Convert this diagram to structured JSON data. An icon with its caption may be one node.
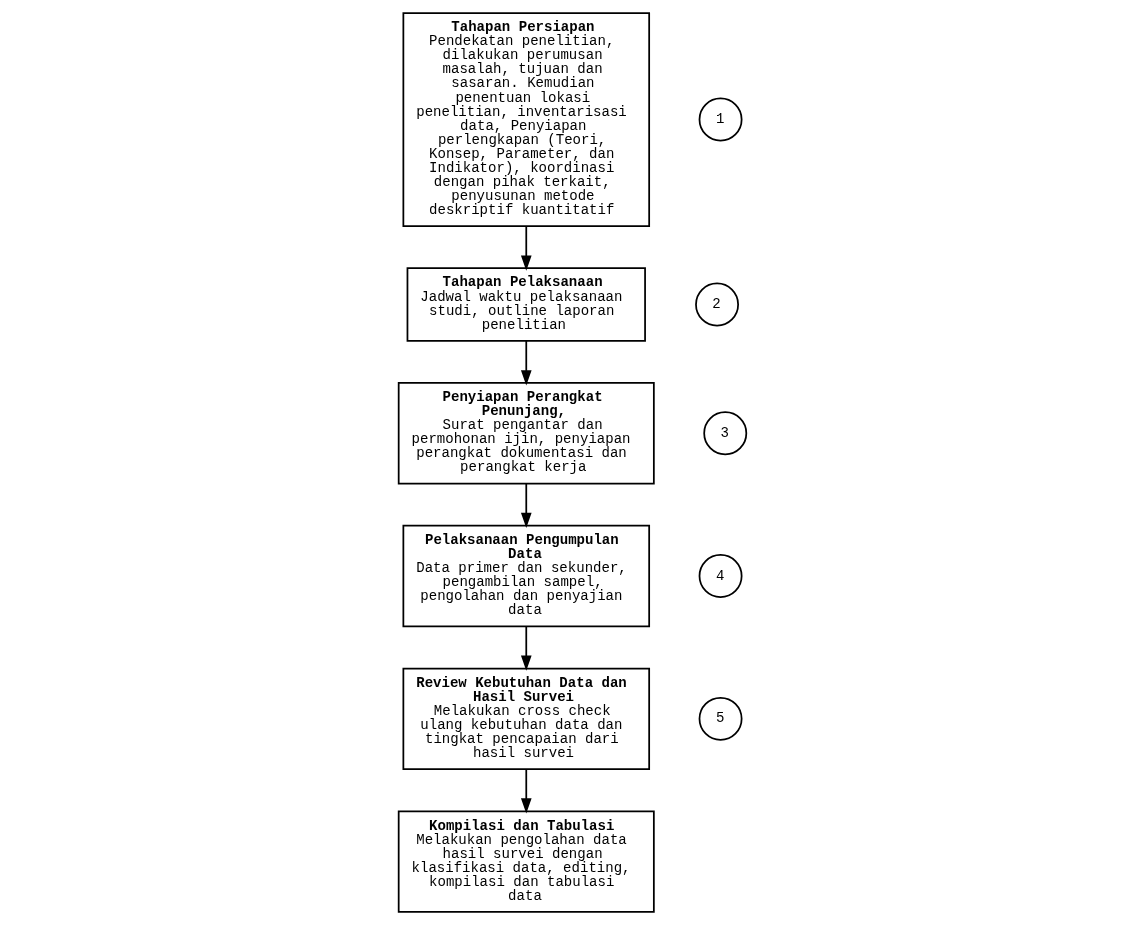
{
  "diagram": {
    "nodes": [
      {
        "text": [
          "Tahapan Persiapan",
          "Pendekatan penelitian, dilakukan perumusan masalah, tujuan dan sasaran. Kemudian penentuan lokasi penelitian, inventarisasi data, Penyiapan perlengkapan (Teori, Konsep, Parameter, dan Indikator), koordinasi dengan pihak terkait, penyusunan metode deskriptif kuantitatif"
        ]
      },
      {
        "text": [
          "Tahapan Pelaksanaan",
          "Jadwal waktu pelaksanaan studi, outline laporan penelitian"
        ]
      },
      {
        "text": [
          "Penyiapan Perangkat Penunjang,",
          "Surat pengantar dan permohonan ijin, penyiapan perangkat dokumentasi dan perangkat kerja"
        ]
      },
      {
        "text": [
          "Pelaksanaan Pengumpulan Data",
          "Data primer dan sekunder, pengambilan sampel, pengolahan dan penyajian data"
        ]
      },
      {
        "text": [
          "Review Kebutuhan Data dan Hasil Survei",
          "Melakukan cross check ulang kebutuhan data dan tingkat pencapaian dari hasil survei"
        ]
      },
      {
        "text": [
          "Kompilasi dan Tabulasi",
          "Melakukan pengolahan data hasil survei dengan klasifikasi data, editing, kompilasi dan tabulasi data"
        ]
      },
      {
        "text": [
          "1"
        ]
      },
      {
        "text": [
          "2"
        ]
      },
      {
        "text": [
          "3"
        ]
      },
      {
        "text": [
          "4"
        ]
      },
      {
        "text": [
          "5"
        ]
      }
    ],
    "edges": [
      {
        "from": 0,
        "to": 1,
        "arrow": "to"
      },
      {
        "from": 1,
        "to": 2,
        "arrow": "to"
      },
      {
        "from": 2,
        "to": 3,
        "arrow": "to"
      },
      {
        "from": 3,
        "to": 4,
        "arrow": "to"
      },
      {
        "from": 4,
        "to": 5,
        "arrow": "to"
      }
    ]
  }
}
